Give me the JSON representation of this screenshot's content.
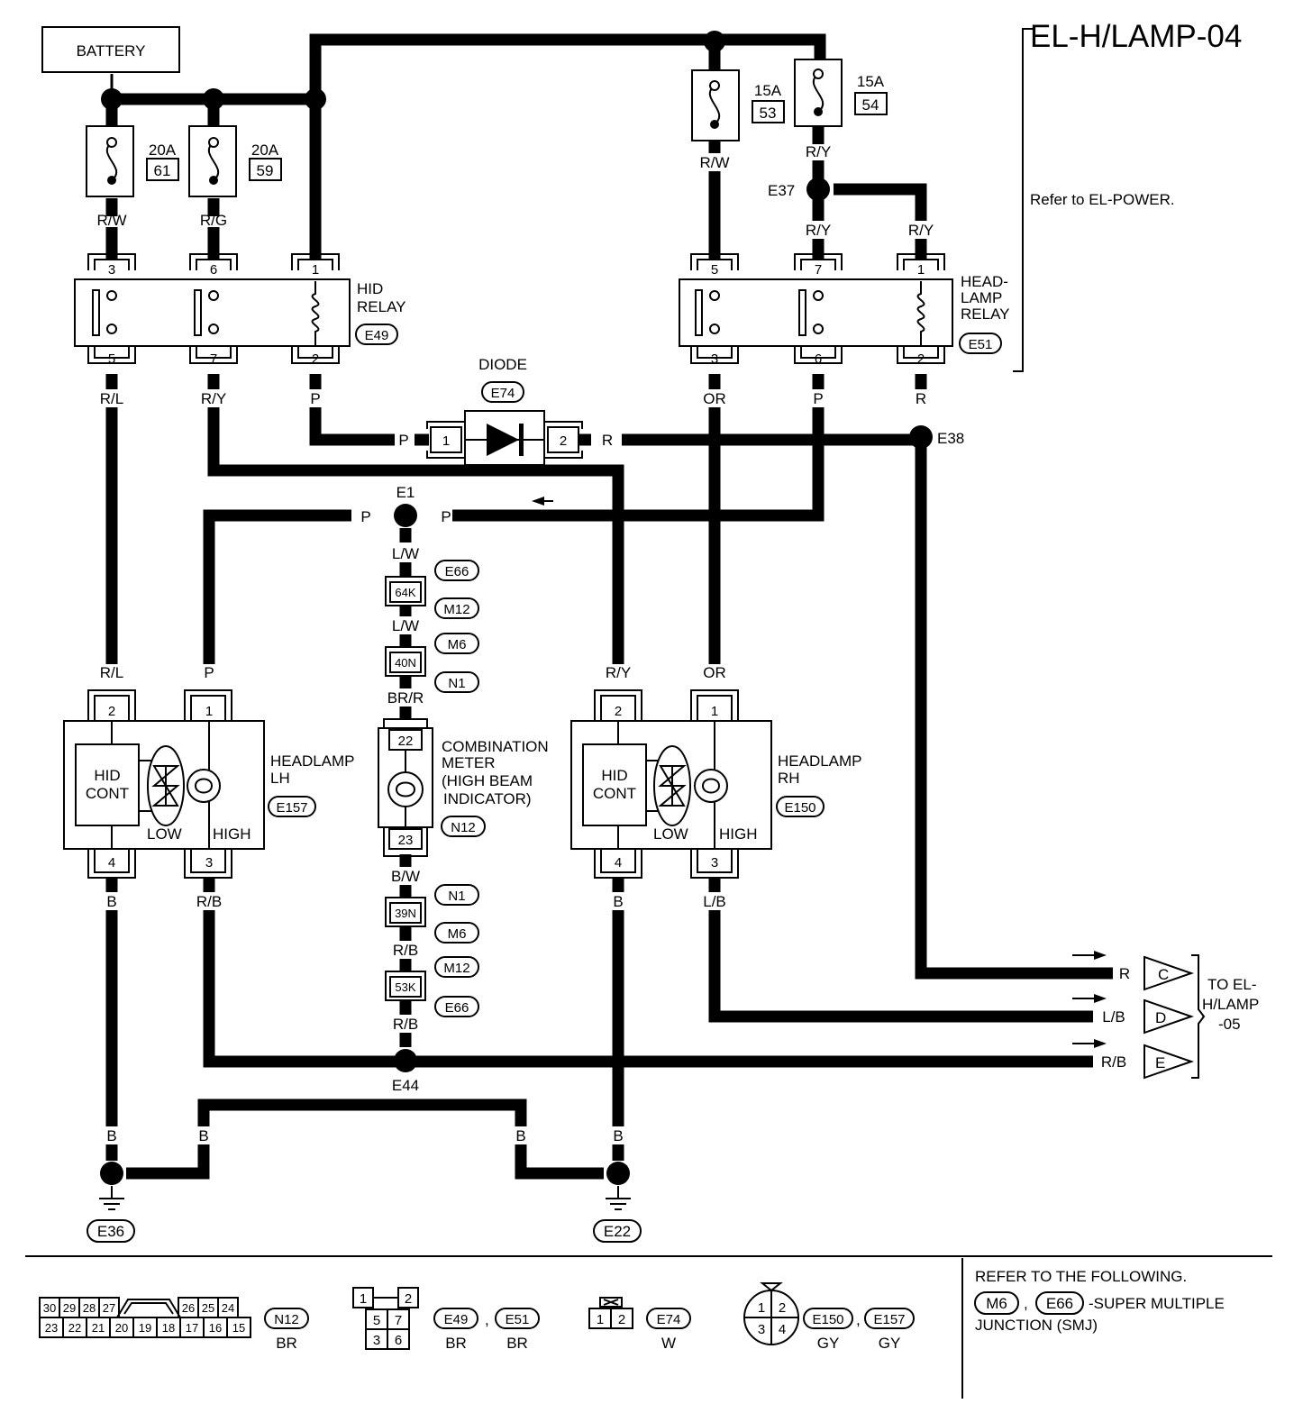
{
  "title": "EL-H/LAMP-04",
  "refer_power": "Refer to EL-POWER.",
  "battery": "BATTERY",
  "fuses": [
    {
      "amp": "20A",
      "num": "61"
    },
    {
      "amp": "20A",
      "num": "59"
    },
    {
      "amp": "15A",
      "num": "53"
    },
    {
      "amp": "15A",
      "num": "54"
    }
  ],
  "hid_relay": {
    "line1": "HID",
    "line2": "RELAY",
    "conn": "E49",
    "pins_top": [
      "3",
      "6",
      "1"
    ],
    "pins_bottom": [
      "5",
      "7",
      "2"
    ]
  },
  "headlamp_relay": {
    "line1": "HEAD-",
    "line2": "LAMP",
    "line3": "RELAY",
    "conn": "E51",
    "pins_top": [
      "5",
      "7",
      "1"
    ],
    "pins_bottom": [
      "3",
      "6",
      "2"
    ]
  },
  "diode": {
    "label": "DIODE",
    "conn": "E74",
    "pin1": "1",
    "pin2": "2"
  },
  "headlamp_lh": {
    "line1": "HEADLAMP",
    "line2": "LH",
    "conn": "E157",
    "pin_a": "2",
    "pin_b": "1",
    "pin_c": "4",
    "pin_d": "3"
  },
  "headlamp_rh": {
    "line1": "HEADLAMP",
    "line2": "RH",
    "conn": "E150",
    "pin_a": "2",
    "pin_b": "1",
    "pin_c": "4",
    "pin_d": "3"
  },
  "hid_cont": {
    "line1": "HID",
    "line2": "CONT"
  },
  "lamp_low": "LOW",
  "lamp_high": "HIGH",
  "meter": {
    "line1": "COMBINATION",
    "line2": "METER",
    "line3": "(HIGH BEAM",
    "line4": "INDICATOR)",
    "conn": "N12",
    "pin_top": "22",
    "pin_bottom": "23"
  },
  "harness": [
    {
      "pin": "64K",
      "above": "E66",
      "below": "M12"
    },
    {
      "pin": "40N",
      "above": "M6",
      "below": "N1"
    },
    {
      "pin": "39N",
      "above": "N1",
      "below": "M6"
    },
    {
      "pin": "53K",
      "above": "M12",
      "below": "E66"
    }
  ],
  "junctions": {
    "e37": "E37",
    "e38": "E38",
    "e1": "E1",
    "e44": "E44"
  },
  "grounds": {
    "left": "E36",
    "right": "E22"
  },
  "wire_colors": {
    "rw": "R/W",
    "rg": "R/G",
    "ry": "R/Y",
    "rl": "R/L",
    "p": "P",
    "or": "OR",
    "r": "R",
    "lw": "L/W",
    "brr": "BR/R",
    "bw": "B/W",
    "rb": "R/B",
    "b": "B",
    "lb": "L/B"
  },
  "outputs": [
    {
      "wire": "R",
      "letter": "C"
    },
    {
      "wire": "L/B",
      "letter": "D"
    },
    {
      "wire": "R/B",
      "letter": "E"
    }
  ],
  "to_ref": {
    "line1": "TO EL-",
    "line2": "H/LAMP",
    "line3": "-05"
  },
  "legend": {
    "conn_n12_top": [
      "30",
      "29",
      "28",
      "27",
      "26",
      "25",
      "24"
    ],
    "conn_n12_bottom": [
      "23",
      "22",
      "21",
      "20",
      "19",
      "18",
      "17",
      "16",
      "15"
    ],
    "n12": {
      "id": "N12",
      "color": "BR"
    },
    "relay_pins": [
      "1",
      "2",
      "5",
      "7",
      "3",
      "6"
    ],
    "e49": {
      "id": "E49",
      "color": "BR"
    },
    "e51": {
      "id": "E51",
      "color": "BR"
    },
    "sep": ",",
    "diode_pins": [
      "1",
      "2"
    ],
    "e74": {
      "id": "E74",
      "color": "W"
    },
    "lamp_pins": [
      "1",
      "2",
      "3",
      "4"
    ],
    "e150": {
      "id": "E150",
      "color": "GY"
    },
    "e157": {
      "id": "E157",
      "color": "GY"
    },
    "refer_line1": "REFER TO THE FOLLOWING.",
    "smj_a": "M6",
    "smj_b": "E66",
    "refer_line2": "-SUPER MULTIPLE",
    "refer_line3": "JUNCTION (SMJ)"
  }
}
